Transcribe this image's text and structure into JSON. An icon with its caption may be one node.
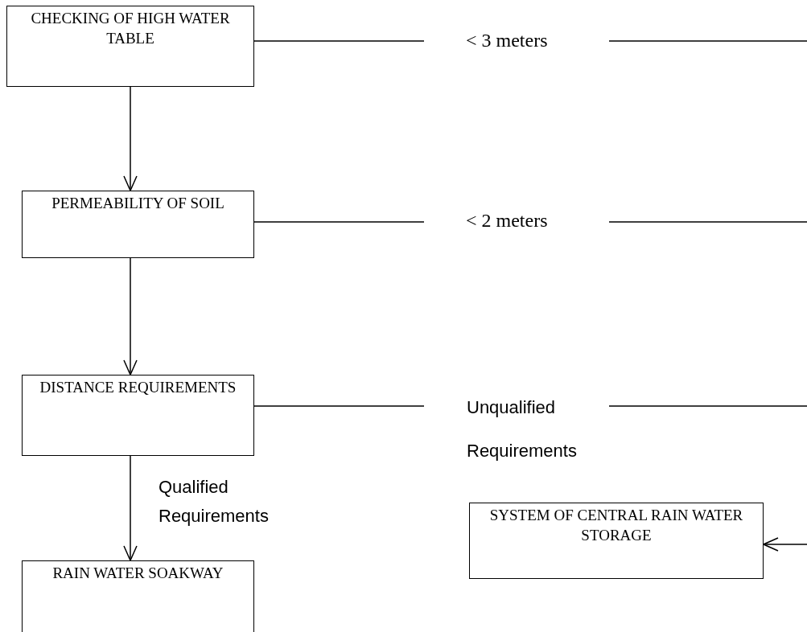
{
  "diagram": {
    "nodes": [
      {
        "text": [
          "CHECKING OF  HIGH WATER TABLE"
        ]
      },
      {
        "text": [
          "PERMEABILITY OF SOIL"
        ]
      },
      {
        "text": [
          "DISTANCE REQUIREMENTS"
        ]
      },
      {
        "text": [
          "RAIN WATER SOAKWAY"
        ]
      },
      {
        "text": [
          "SYSTEM OF CENTRAL RAIN WATER STORAGE"
        ]
      }
    ],
    "edges": [
      {
        "from": 0,
        "to": 1,
        "arrow": "to"
      },
      {
        "from": 1,
        "to": 2,
        "arrow": "to"
      },
      {
        "from": 2,
        "to": 3,
        "arrow": "to",
        "label": "Qualified Requirements"
      },
      {
        "from": 0,
        "to": null,
        "arrow": "none",
        "label": "< 3 meters"
      },
      {
        "from": 1,
        "to": null,
        "arrow": "none",
        "label": "< 2 meters"
      },
      {
        "from": 2,
        "to": null,
        "arrow": "none",
        "label": "Unqualified Requirements"
      },
      {
        "from": null,
        "to": 4,
        "arrow": "to"
      }
    ]
  }
}
